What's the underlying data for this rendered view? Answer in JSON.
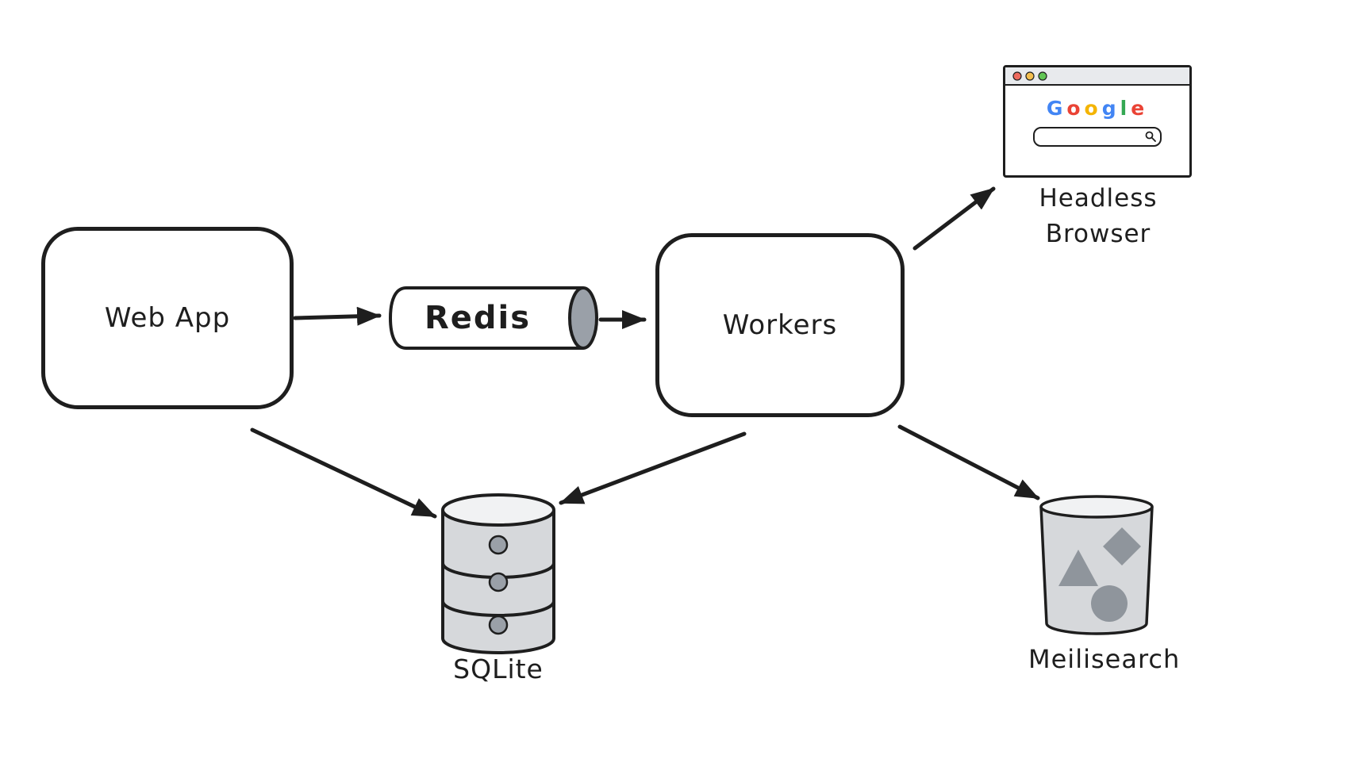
{
  "nodes": {
    "web_app": {
      "label": "Web App"
    },
    "redis": {
      "label": "Redis"
    },
    "workers": {
      "label": "Workers"
    },
    "headless_browser": {
      "label": "Headless\nBrowser",
      "logo_text": "Google"
    },
    "sqlite": {
      "label": "SQLite"
    },
    "meilisearch": {
      "label": "Meilisearch"
    }
  },
  "edges": [
    {
      "from": "web_app",
      "to": "redis"
    },
    {
      "from": "redis",
      "to": "workers"
    },
    {
      "from": "workers",
      "to": "headless_browser"
    },
    {
      "from": "web_app",
      "to": "sqlite"
    },
    {
      "from": "workers",
      "to": "sqlite"
    },
    {
      "from": "workers",
      "to": "meilisearch"
    }
  ],
  "colors": {
    "stroke": "#1e1e1e",
    "node_fill": "#ffffff",
    "cylinder_fill": "#d6d8db",
    "cylinder_top_fill": "#f1f2f3",
    "cylinder_end_fill": "#9aa0a8",
    "shape_fill": "#8f959c",
    "browser_titlebar": "#e8eaed",
    "traffic_red": "#ed6a5e",
    "traffic_yellow": "#f4bf4f",
    "traffic_green": "#61c554",
    "google_letters": [
      "#4285F4",
      "#EA4335",
      "#F4B400",
      "#4285F4",
      "#34A853",
      "#EA4335"
    ]
  }
}
